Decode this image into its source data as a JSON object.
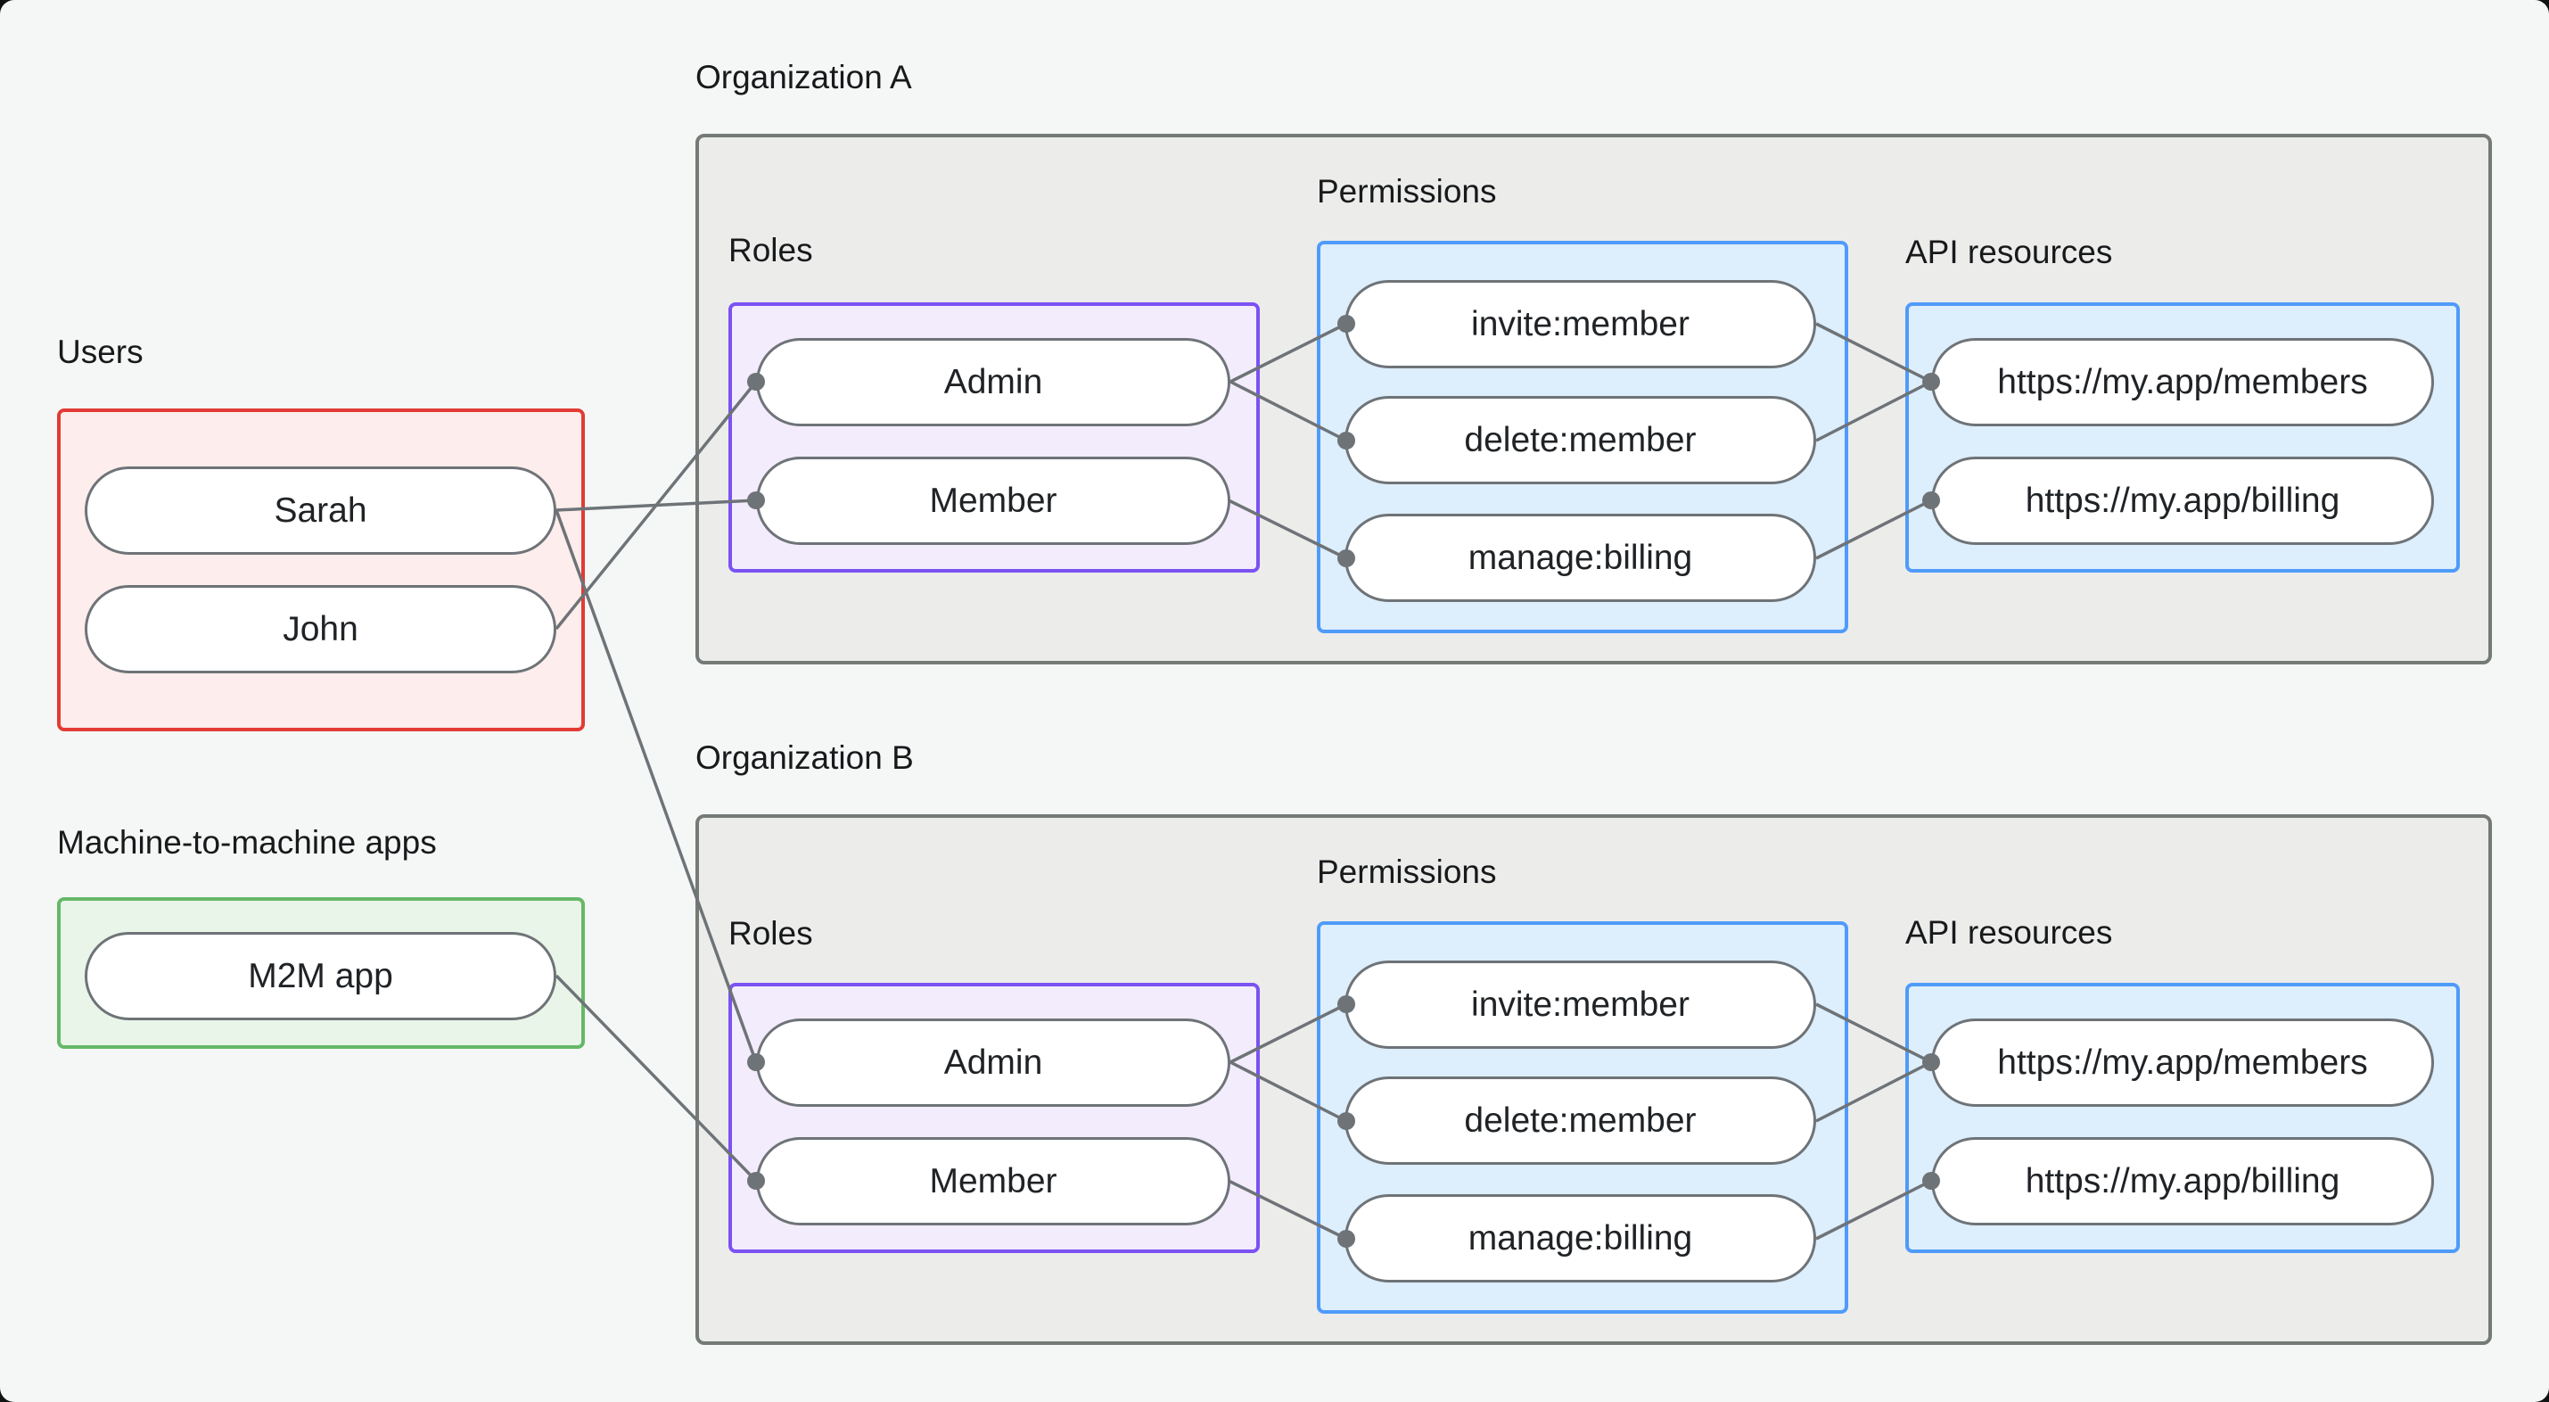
{
  "colors": {
    "background": "#f5f7f6",
    "page_edge": "#101311",
    "org_fill": "#ececeb",
    "org_border": "#747a75",
    "users_border": "#e23b35",
    "users_fill": "#fdedec",
    "m2m_border": "#66b867",
    "m2m_fill": "#e9f5e9",
    "roles_border": "#7b52f3",
    "roles_fill": "#f3ecfc",
    "blue_border": "#4f9bfa",
    "blue_fill": "#ddeefc",
    "connector": "#6e7377",
    "node_fill": "#ffffff",
    "node_border": "#6e7377",
    "text": "#17191b"
  },
  "users": {
    "label": "Users",
    "nodes": [
      "Sarah",
      "John"
    ]
  },
  "m2m": {
    "label": "Machine-to-machine apps",
    "nodes": [
      "M2M app"
    ]
  },
  "org_a": {
    "label": "Organization A",
    "roles": {
      "label": "Roles",
      "nodes": [
        "Admin",
        "Member"
      ]
    },
    "permissions": {
      "label": "Permissions",
      "nodes": [
        "invite:member",
        "delete:member",
        "manage:billing"
      ]
    },
    "api_resources": {
      "label": "API resources",
      "nodes": [
        "https://my.app/members",
        "https://my.app/billing"
      ]
    }
  },
  "org_b": {
    "label": "Organization B",
    "roles": {
      "label": "Roles",
      "nodes": [
        "Admin",
        "Member"
      ]
    },
    "permissions": {
      "label": "Permissions",
      "nodes": [
        "invite:member",
        "delete:member",
        "manage:billing"
      ]
    },
    "api_resources": {
      "label": "API resources",
      "nodes": [
        "https://my.app/members",
        "https://my.app/billing"
      ]
    }
  },
  "edges": [
    {
      "from": "Sarah",
      "to": "Organization A > Roles > Member"
    },
    {
      "from": "John",
      "to": "Organization A > Roles > Admin"
    },
    {
      "from": "Sarah",
      "to": "Organization B > Roles > Admin"
    },
    {
      "from": "M2M app",
      "to": "Organization B > Roles > Member"
    },
    {
      "from": "Organization A > Admin",
      "to": "Organization A > invite:member"
    },
    {
      "from": "Organization A > Admin",
      "to": "Organization A > delete:member"
    },
    {
      "from": "Organization A > Member",
      "to": "Organization A > manage:billing"
    },
    {
      "from": "Organization A > invite:member",
      "to": "Organization A > https://my.app/members"
    },
    {
      "from": "Organization A > delete:member",
      "to": "Organization A > https://my.app/members"
    },
    {
      "from": "Organization A > manage:billing",
      "to": "Organization A > https://my.app/billing"
    },
    {
      "from": "Organization B > Admin",
      "to": "Organization B > invite:member"
    },
    {
      "from": "Organization B > Admin",
      "to": "Organization B > delete:member"
    },
    {
      "from": "Organization B > Member",
      "to": "Organization B > manage:billing"
    },
    {
      "from": "Organization B > invite:member",
      "to": "Organization B > https://my.app/members"
    },
    {
      "from": "Organization B > delete:member",
      "to": "Organization B > https://my.app/members"
    },
    {
      "from": "Organization B > manage:billing",
      "to": "Organization B > https://my.app/billing"
    }
  ]
}
